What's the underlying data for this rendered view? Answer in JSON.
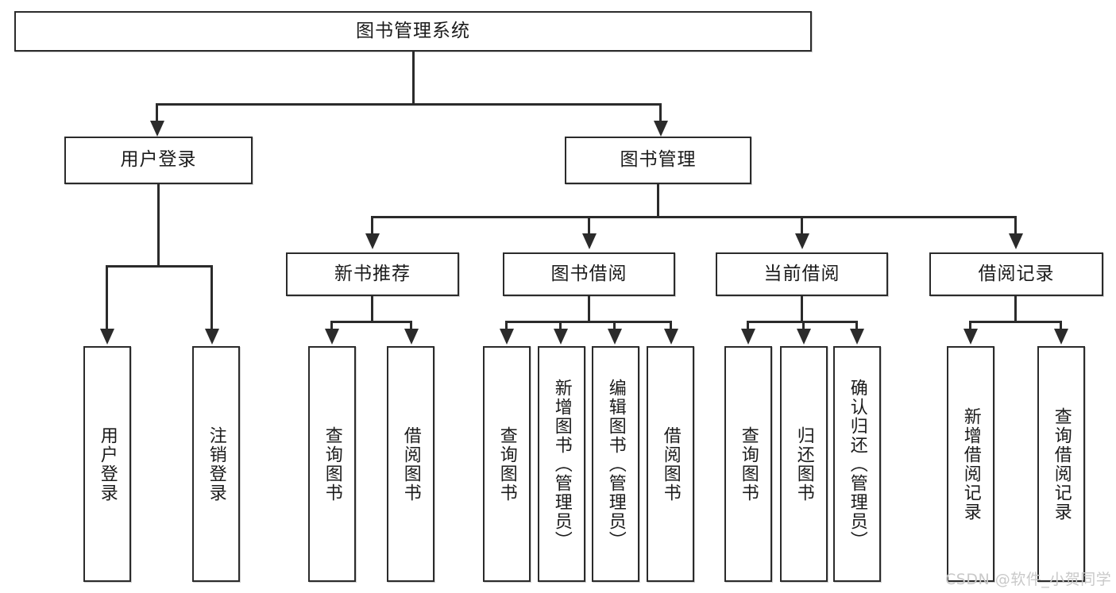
{
  "diagram": {
    "type": "tree-hierarchy-chart",
    "title_node": {
      "label": "图书管理系统"
    },
    "level2": [
      {
        "id": "user-login",
        "label": "用户登录"
      },
      {
        "id": "book-management",
        "label": "图书管理"
      }
    ],
    "level3": [
      {
        "id": "new-book-recommend",
        "label": "新书推荐"
      },
      {
        "id": "book-borrow",
        "label": "图书借阅"
      },
      {
        "id": "current-borrow",
        "label": "当前借阅"
      },
      {
        "id": "borrow-record",
        "label": "借阅记录"
      }
    ],
    "leaves": [
      {
        "id": "leaf-user-login",
        "label": "用户登录"
      },
      {
        "id": "leaf-logout-login",
        "label": "注销登录"
      },
      {
        "id": "leaf-query-book-1",
        "label": "查询图书"
      },
      {
        "id": "leaf-borrow-book-1",
        "label": "借阅图书"
      },
      {
        "id": "leaf-query-book-2",
        "label": "查询图书"
      },
      {
        "id": "leaf-add-book-admin",
        "label": "新增图书（管理员）"
      },
      {
        "id": "leaf-edit-book-admin",
        "label": "编辑图书（管理员）"
      },
      {
        "id": "leaf-borrow-book-2",
        "label": "借阅图书"
      },
      {
        "id": "leaf-query-book-3",
        "label": "查询图书"
      },
      {
        "id": "leaf-return-book",
        "label": "归还图书"
      },
      {
        "id": "leaf-confirm-return-admin",
        "label": "确认归还（管理员）"
      },
      {
        "id": "leaf-add-borrow-record",
        "label": "新增借阅记录"
      },
      {
        "id": "leaf-query-borrow-record",
        "label": "查询借阅记录"
      }
    ],
    "watermark": "CSDN @软件_小贺同学",
    "colors": {
      "stroke": "#2b2b2b",
      "fill": "#ffffff",
      "text": "#1b1b1b",
      "watermark": "#c9c9c9"
    }
  }
}
